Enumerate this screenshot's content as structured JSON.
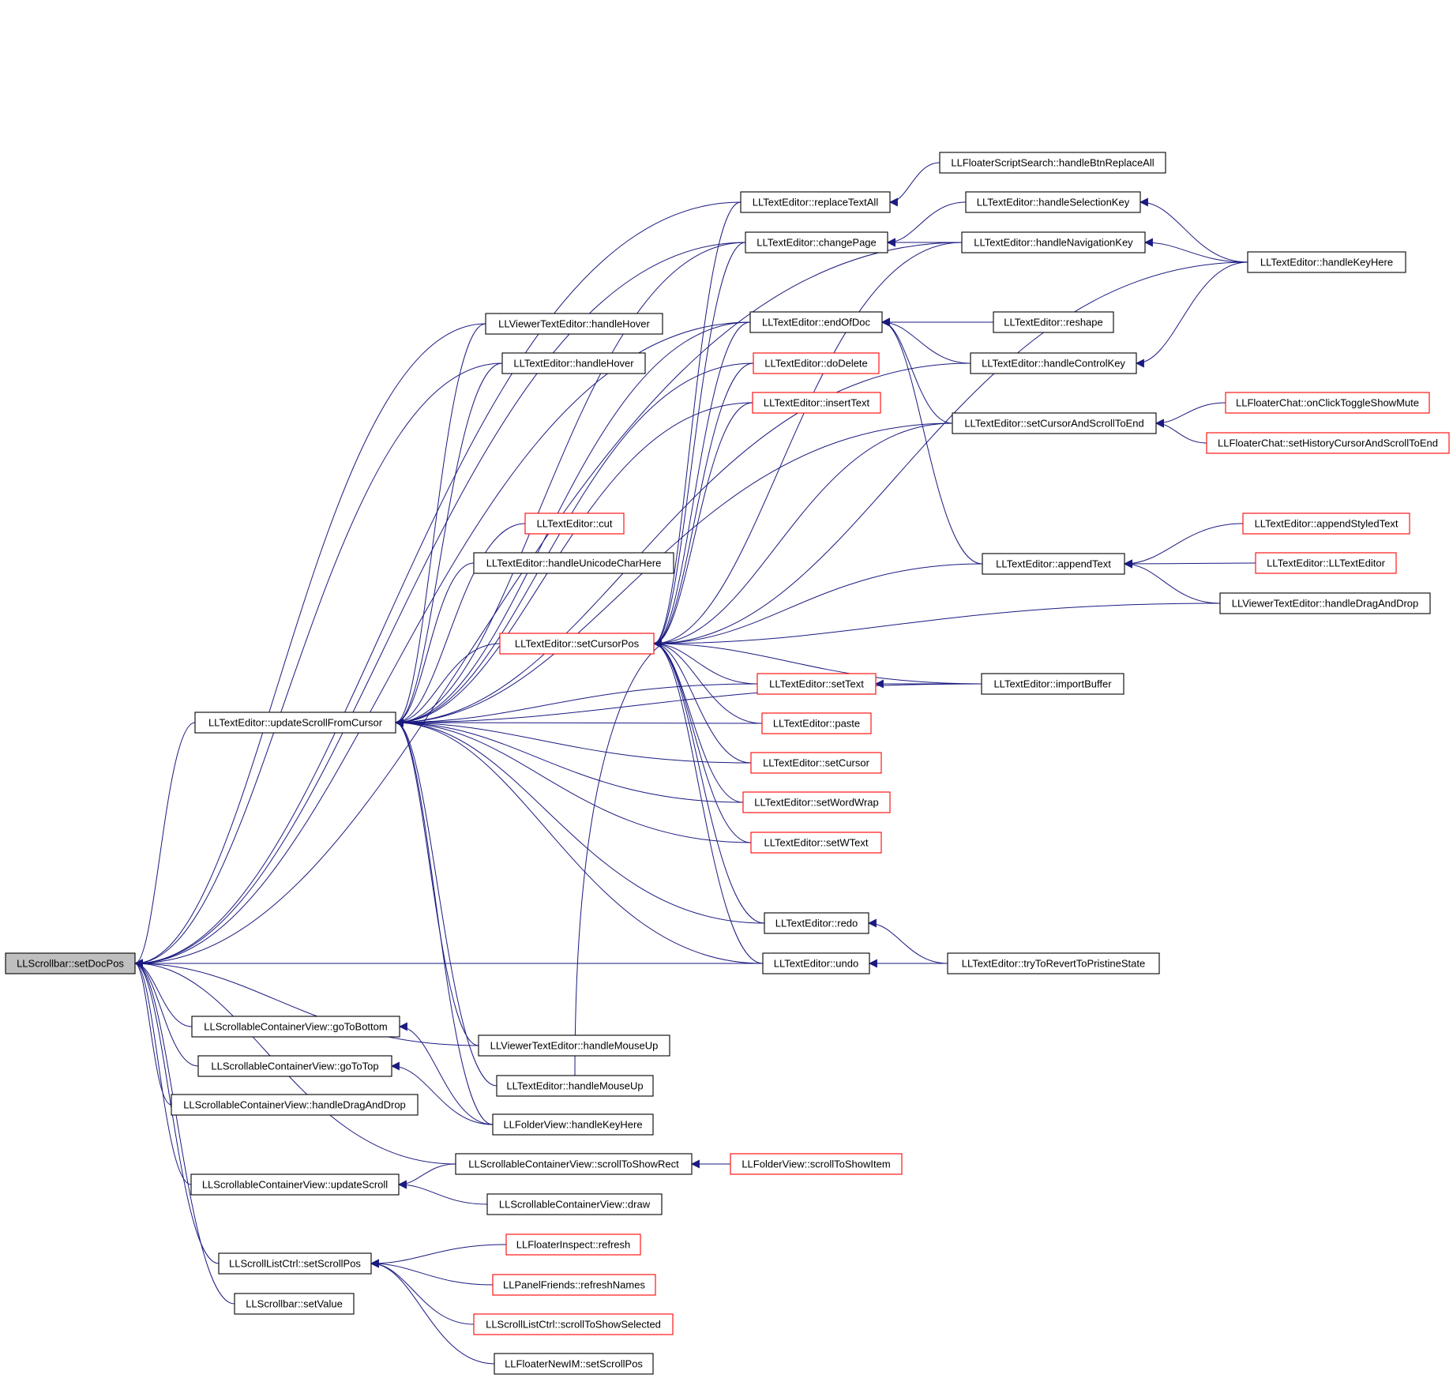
{
  "diagram": {
    "type": "doxygen-caller-graph",
    "colors": {
      "edge": "#1a1a80",
      "arrowhead": "#1a1a80",
      "node_border_default": "#000000",
      "node_border_truncated": "#ff0000",
      "root_fill": "#bfbfbf",
      "node_fill": "#ffffff",
      "text": "#000000"
    },
    "nodes": [
      {
        "id": "setDocPos",
        "label": "LLScrollbar::setDocPos",
        "style": "root"
      },
      {
        "id": "updateScrollFromCursor",
        "label": "LLTextEditor::updateScrollFromCursor",
        "style": "normal"
      },
      {
        "id": "goToBottom",
        "label": "LLScrollableContainerView::goToBottom",
        "style": "normal"
      },
      {
        "id": "goToTop",
        "label": "LLScrollableContainerView::goToTop",
        "style": "normal"
      },
      {
        "id": "scvHandleDragAndDrop",
        "label": "LLScrollableContainerView::handleDragAndDrop",
        "style": "normal"
      },
      {
        "id": "updateScroll",
        "label": "LLScrollableContainerView::updateScroll",
        "style": "normal"
      },
      {
        "id": "setScrollPos",
        "label": "LLScrollListCtrl::setScrollPos",
        "style": "normal"
      },
      {
        "id": "setValue",
        "label": "LLScrollbar::setValue",
        "style": "normal"
      },
      {
        "id": "vteHandleHover",
        "label": "LLViewerTextEditor::handleHover",
        "style": "normal"
      },
      {
        "id": "teHandleHover",
        "label": "LLTextEditor::handleHover",
        "style": "normal"
      },
      {
        "id": "cut",
        "label": "LLTextEditor::cut",
        "style": "truncated"
      },
      {
        "id": "handleUnicodeCharHere",
        "label": "LLTextEditor::handleUnicodeCharHere",
        "style": "normal"
      },
      {
        "id": "setCursorPos",
        "label": "LLTextEditor::setCursorPos",
        "style": "truncated"
      },
      {
        "id": "vteHandleMouseUp",
        "label": "LLViewerTextEditor::handleMouseUp",
        "style": "normal"
      },
      {
        "id": "teHandleMouseUp",
        "label": "LLTextEditor::handleMouseUp",
        "style": "normal"
      },
      {
        "id": "fvHandleKeyHere",
        "label": "LLFolderView::handleKeyHere",
        "style": "normal"
      },
      {
        "id": "scrollToShowRect",
        "label": "LLScrollableContainerView::scrollToShowRect",
        "style": "normal"
      },
      {
        "id": "scvDraw",
        "label": "LLScrollableContainerView::draw",
        "style": "normal"
      },
      {
        "id": "fiRefresh",
        "label": "LLFloaterInspect::refresh",
        "style": "truncated"
      },
      {
        "id": "refreshNames",
        "label": "LLPanelFriends::refreshNames",
        "style": "truncated"
      },
      {
        "id": "scrollToShowSelected",
        "label": "LLScrollListCtrl::scrollToShowSelected",
        "style": "truncated"
      },
      {
        "id": "fnimSetScrollPos",
        "label": "LLFloaterNewIM::setScrollPos",
        "style": "normal"
      },
      {
        "id": "replaceTextAll",
        "label": "LLTextEditor::replaceTextAll",
        "style": "normal"
      },
      {
        "id": "changePage",
        "label": "LLTextEditor::changePage",
        "style": "normal"
      },
      {
        "id": "endOfDoc",
        "label": "LLTextEditor::endOfDoc",
        "style": "normal"
      },
      {
        "id": "doDelete",
        "label": "LLTextEditor::doDelete",
        "style": "truncated"
      },
      {
        "id": "insertText",
        "label": "LLTextEditor::insertText",
        "style": "truncated"
      },
      {
        "id": "setText",
        "label": "LLTextEditor::setText",
        "style": "truncated"
      },
      {
        "id": "paste",
        "label": "LLTextEditor::paste",
        "style": "truncated"
      },
      {
        "id": "setCursor",
        "label": "LLTextEditor::setCursor",
        "style": "truncated"
      },
      {
        "id": "setWordWrap",
        "label": "LLTextEditor::setWordWrap",
        "style": "truncated"
      },
      {
        "id": "setWText",
        "label": "LLTextEditor::setWText",
        "style": "truncated"
      },
      {
        "id": "redo",
        "label": "LLTextEditor::redo",
        "style": "normal"
      },
      {
        "id": "undo",
        "label": "LLTextEditor::undo",
        "style": "normal"
      },
      {
        "id": "scrollToShowItem",
        "label": "LLFolderView::scrollToShowItem",
        "style": "truncated"
      },
      {
        "id": "handleBtnReplaceAll",
        "label": "LLFloaterScriptSearch::handleBtnReplaceAll",
        "style": "normal"
      },
      {
        "id": "handleSelectionKey",
        "label": "LLTextEditor::handleSelectionKey",
        "style": "normal"
      },
      {
        "id": "handleNavigationKey",
        "label": "LLTextEditor::handleNavigationKey",
        "style": "normal"
      },
      {
        "id": "reshape",
        "label": "LLTextEditor::reshape",
        "style": "normal"
      },
      {
        "id": "handleControlKey",
        "label": "LLTextEditor::handleControlKey",
        "style": "normal"
      },
      {
        "id": "setCursorAndScrollToEnd",
        "label": "LLTextEditor::setCursorAndScrollToEnd",
        "style": "normal"
      },
      {
        "id": "appendText",
        "label": "LLTextEditor::appendText",
        "style": "normal"
      },
      {
        "id": "importBuffer",
        "label": "LLTextEditor::importBuffer",
        "style": "normal"
      },
      {
        "id": "tryToRevertToPristineState",
        "label": "LLTextEditor::tryToRevertToPristineState",
        "style": "normal"
      },
      {
        "id": "handleKeyHere",
        "label": "LLTextEditor::handleKeyHere",
        "style": "normal"
      },
      {
        "id": "onClickToggleShowMute",
        "label": "LLFloaterChat::onClickToggleShowMute",
        "style": "truncated"
      },
      {
        "id": "setHistoryCursorAndScrollToEnd",
        "label": "LLFloaterChat::setHistoryCursorAndScrollToEnd",
        "style": "truncated"
      },
      {
        "id": "appendStyledText",
        "label": "LLTextEditor::appendStyledText",
        "style": "truncated"
      },
      {
        "id": "ctor",
        "label": "LLTextEditor::LLTextEditor",
        "style": "truncated"
      },
      {
        "id": "vteHandleDragAndDrop",
        "label": "LLViewerTextEditor::handleDragAndDrop",
        "style": "normal"
      }
    ],
    "edges": [
      [
        "updateScrollFromCursor",
        "setDocPos"
      ],
      [
        "goToBottom",
        "setDocPos"
      ],
      [
        "goToTop",
        "setDocPos"
      ],
      [
        "scvHandleDragAndDrop",
        "setDocPos"
      ],
      [
        "updateScroll",
        "setDocPos"
      ],
      [
        "setScrollPos",
        "setDocPos"
      ],
      [
        "setValue",
        "setDocPos"
      ],
      [
        "vteHandleHover",
        "setDocPos"
      ],
      [
        "teHandleHover",
        "setDocPos"
      ],
      [
        "replaceTextAll",
        "setDocPos"
      ],
      [
        "changePage",
        "setDocPos"
      ],
      [
        "endOfDoc",
        "setDocPos"
      ],
      [
        "handleNavigationKey",
        "setDocPos"
      ],
      [
        "scrollToShowRect",
        "setDocPos"
      ],
      [
        "vteHandleMouseUp",
        "setDocPos"
      ],
      [
        "tryToRevertToPristineState",
        "setDocPos"
      ],
      [
        "vteHandleHover",
        "updateScrollFromCursor"
      ],
      [
        "teHandleHover",
        "updateScrollFromCursor"
      ],
      [
        "cut",
        "updateScrollFromCursor"
      ],
      [
        "handleUnicodeCharHere",
        "updateScrollFromCursor"
      ],
      [
        "setCursorPos",
        "updateScrollFromCursor"
      ],
      [
        "changePage",
        "updateScrollFromCursor"
      ],
      [
        "endOfDoc",
        "updateScrollFromCursor"
      ],
      [
        "doDelete",
        "updateScrollFromCursor"
      ],
      [
        "insertText",
        "updateScrollFromCursor"
      ],
      [
        "setText",
        "updateScrollFromCursor"
      ],
      [
        "paste",
        "updateScrollFromCursor"
      ],
      [
        "setCursor",
        "updateScrollFromCursor"
      ],
      [
        "setWordWrap",
        "updateScrollFromCursor"
      ],
      [
        "setWText",
        "updateScrollFromCursor"
      ],
      [
        "redo",
        "updateScrollFromCursor"
      ],
      [
        "undo",
        "updateScrollFromCursor"
      ],
      [
        "vteHandleMouseUp",
        "updateScrollFromCursor"
      ],
      [
        "teHandleMouseUp",
        "updateScrollFromCursor"
      ],
      [
        "fvHandleKeyHere",
        "updateScrollFromCursor"
      ],
      [
        "importBuffer",
        "updateScrollFromCursor"
      ],
      [
        "handleControlKey",
        "updateScrollFromCursor"
      ],
      [
        "setCursorAndScrollToEnd",
        "updateScrollFromCursor"
      ],
      [
        "fvHandleKeyHere",
        "goToBottom"
      ],
      [
        "fvHandleKeyHere",
        "goToTop"
      ],
      [
        "scrollToShowRect",
        "updateScroll"
      ],
      [
        "scvDraw",
        "updateScroll"
      ],
      [
        "fiRefresh",
        "setScrollPos"
      ],
      [
        "refreshNames",
        "setScrollPos"
      ],
      [
        "scrollToShowSelected",
        "setScrollPos"
      ],
      [
        "fnimSetScrollPos",
        "setScrollPos"
      ],
      [
        "scrollToShowItem",
        "scrollToShowRect"
      ],
      [
        "replaceTextAll",
        "setCursorPos"
      ],
      [
        "changePage",
        "setCursorPos"
      ],
      [
        "endOfDoc",
        "setCursorPos"
      ],
      [
        "doDelete",
        "setCursorPos"
      ],
      [
        "insertText",
        "setCursorPos"
      ],
      [
        "setText",
        "setCursorPos"
      ],
      [
        "paste",
        "setCursorPos"
      ],
      [
        "setCursor",
        "setCursorPos"
      ],
      [
        "setWordWrap",
        "setCursorPos"
      ],
      [
        "setWText",
        "setCursorPos"
      ],
      [
        "redo",
        "setCursorPos"
      ],
      [
        "undo",
        "setCursorPos"
      ],
      [
        "teHandleMouseUp",
        "setCursorPos"
      ],
      [
        "appendText",
        "setCursorPos"
      ],
      [
        "importBuffer",
        "setCursorPos"
      ],
      [
        "handleNavigationKey",
        "setCursorPos"
      ],
      [
        "handleKeyHere",
        "setCursorPos"
      ],
      [
        "setCursorAndScrollToEnd",
        "setCursorPos"
      ],
      [
        "vteHandleDragAndDrop",
        "setCursorPos"
      ],
      [
        "handleBtnReplaceAll",
        "replaceTextAll"
      ],
      [
        "handleSelectionKey",
        "changePage"
      ],
      [
        "handleNavigationKey",
        "changePage"
      ],
      [
        "reshape",
        "endOfDoc"
      ],
      [
        "handleControlKey",
        "endOfDoc"
      ],
      [
        "setCursorAndScrollToEnd",
        "endOfDoc"
      ],
      [
        "appendText",
        "endOfDoc"
      ],
      [
        "importBuffer",
        "setText"
      ],
      [
        "tryToRevertToPristineState",
        "redo"
      ],
      [
        "tryToRevertToPristineState",
        "undo"
      ],
      [
        "handleKeyHere",
        "handleSelectionKey"
      ],
      [
        "handleKeyHere",
        "handleNavigationKey"
      ],
      [
        "handleKeyHere",
        "handleControlKey"
      ],
      [
        "onClickToggleShowMute",
        "setCursorAndScrollToEnd"
      ],
      [
        "setHistoryCursorAndScrollToEnd",
        "setCursorAndScrollToEnd"
      ],
      [
        "appendStyledText",
        "appendText"
      ],
      [
        "ctor",
        "appendText"
      ],
      [
        "vteHandleDragAndDrop",
        "appendText"
      ]
    ]
  }
}
